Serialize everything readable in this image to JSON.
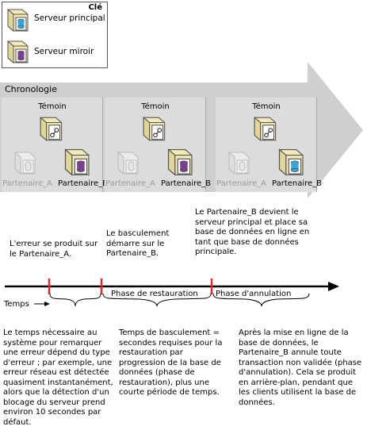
{
  "legend": {
    "title": "Clé",
    "items": [
      {
        "label": "Serveur principal",
        "icon": "principal-server-icon"
      },
      {
        "label": "Serveur miroir",
        "icon": "mirror-server-icon"
      }
    ]
  },
  "timeline_label": "Chronologie",
  "stages": [
    {
      "witness": "Témoin",
      "partner_a": "Partenaire_A",
      "partner_b": "Partenaire_B",
      "b_role": "mirror"
    },
    {
      "witness": "Témoin",
      "partner_a": "Partenaire_A",
      "partner_b": "Partenaire_B",
      "b_role": "mirror"
    },
    {
      "witness": "Témoin",
      "partner_a": "Partenaire_A",
      "partner_b": "Partenaire_B",
      "b_role": "principal"
    }
  ],
  "events": {
    "error": "L'erreur se produit sur le Partenaire_A.",
    "failover_start": "Le basculement démarre sur le Partenaire_B.",
    "becomes_principal": "Le Partenaire_B devient le serveur principal et place sa base de données en ligne en tant que base de données principale."
  },
  "axis": {
    "label": "Temps",
    "phase_restore": "Phase de restauration",
    "phase_undo": "Phase d'annulation"
  },
  "notes": {
    "detection": "Le temps nécessaire au système pour remarquer une erreur dépend du type d'erreur ; par exemple, une erreur réseau est détectée quasiment instantanément, alors que la détection d'un blocage du serveur prend environ 10 secondes par défaut.",
    "failover_time": "Temps de basculement = secondes requises pour la restauration par progression de la base de données (phase de restauration), plus une courte période de temps.",
    "after_online": "Après la mise en ligne de la base de données, le Partenaire_B annule toute transaction non validée (phase d'annulation). Cela se produit en arrière-plan, pendant que les clients utilisent la base de données."
  },
  "colors": {
    "principal_db": "#3aa6d8",
    "mirror_db": "#7b3f8e",
    "marker": "#e0262e",
    "banner": "#cfcfcf"
  }
}
